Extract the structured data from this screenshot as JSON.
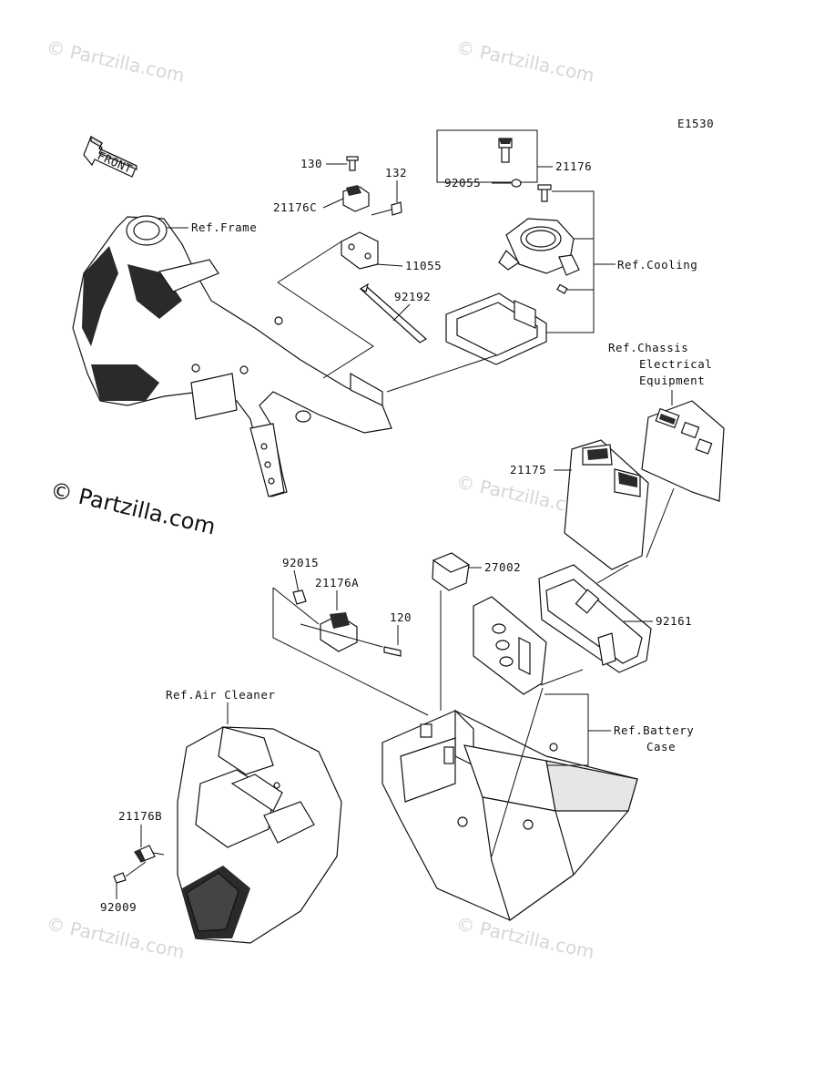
{
  "diagram_code": "E1530",
  "watermark": "© Partzilla.com",
  "front_label": "FRONT",
  "refs": {
    "frame": "Ref.Frame",
    "cooling": "Ref.Cooling",
    "chassis_1": "Ref.Chassis",
    "chassis_2": "Electrical",
    "chassis_3": "Equipment",
    "air_cleaner": "Ref.Air Cleaner",
    "battery_1": "Ref.Battery",
    "battery_2": "Case"
  },
  "parts": {
    "p130": "130",
    "p132": "132",
    "p21176C": "21176C",
    "p11055": "11055",
    "p92192": "92192",
    "p21176": "21176",
    "p92055": "92055",
    "p21175": "21175",
    "p92015": "92015",
    "p21176A": "21176A",
    "p120": "120",
    "p27002": "27002",
    "p92161": "92161",
    "p21176B": "21176B",
    "p92009": "92009"
  }
}
